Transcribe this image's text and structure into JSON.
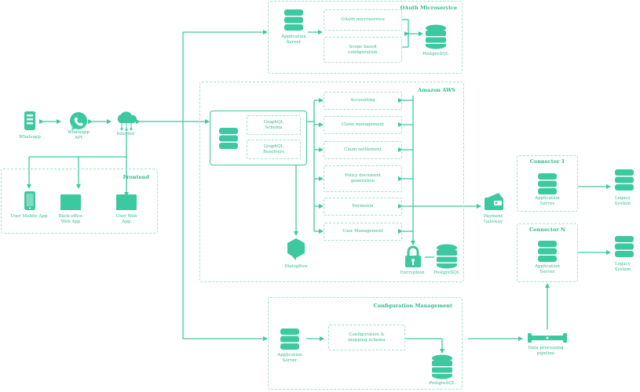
{
  "oauth": {
    "title": "OAuth Microservice",
    "app_server": "Application\nServer",
    "service": "OAuth microservice",
    "scope": "Scope based\nconfiguration",
    "db": "PostgreSQL"
  },
  "aws": {
    "title": "Amazon AWS",
    "graphql_schema": "GraphQL\nSchema",
    "graphql_resolvers": "GraphQL\nResolvers",
    "services": [
      "Accounting",
      "Claim management",
      "Claim settlement",
      "Policy document\ngeneration",
      "Payments",
      "User Management"
    ],
    "dialogflow": "Dialogflow",
    "encryption": "Encryption",
    "db": "PostgreSQL"
  },
  "left": {
    "whatsapp": "Whatsapp",
    "whatsapp_api": "Whatsapp\nAPI",
    "internet": "Internet"
  },
  "frontend": {
    "title": "Frontend",
    "mobile": "User Mobile App",
    "backoffice": "Back-office\nWeb App",
    "userweb": "User Web\nApp"
  },
  "config": {
    "title": "Configuration Management",
    "app_server": "Application\nServer",
    "schema": "Configuration &\nmapping schema",
    "db": "PostgreSQL"
  },
  "right": {
    "payment_gateway": "Payment\nGateway",
    "pipeline": "Data processing\npipeline",
    "connector1_title": "Connector 1",
    "connector1_server": "Application\nServer",
    "connector1_legacy": "Legacy\nSystem",
    "connectorN_title": "Connector N",
    "connectorN_server": "Application\nServer",
    "connectorN_legacy": "Legacy\nSystem"
  },
  "colors": {
    "accent": "#3cc9a0",
    "border": "#9fe3cf",
    "text": "#30b98f"
  }
}
